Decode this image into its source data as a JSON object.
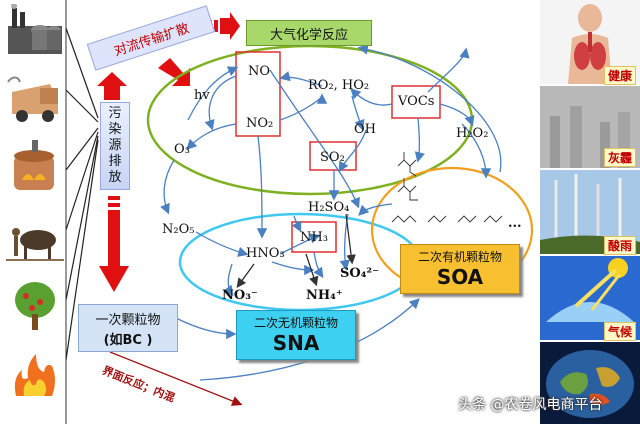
{
  "header": {
    "transport_label": "对流传输扩散",
    "atmospheric_label": "大气化学反应"
  },
  "source_box": {
    "label_chars": [
      "污",
      "染",
      "源",
      "排",
      "放"
    ]
  },
  "species": {
    "no": "NO",
    "no2": "NO₂",
    "hv": "hv",
    "o3": "O₃",
    "ro2_ho2": "RO₂, HO₂",
    "vocs": "VOCs",
    "oh": "OH",
    "h2o2": "H₂O₂",
    "so2": "SO₂",
    "h2so4": "H₂SO₄",
    "n2o5": "N₂O₅",
    "hno3": "HNO₃",
    "nh3": "NH₃",
    "no3_ion": "NO₃⁻",
    "nh4_ion": "NH₄⁺",
    "so4_ion": "SO₄²⁻",
    "ellipsis": "..."
  },
  "boxes": {
    "primary": {
      "line1": "一次颗粒物",
      "line2": "(如BC )"
    },
    "sna": {
      "line1": "二次无机颗粒物",
      "line2": "SNA"
    },
    "soa": {
      "line1": "二次有机颗粒物",
      "line2": "SOA"
    }
  },
  "interface_label": "界面反应；内混",
  "impacts": [
    "健康",
    "灰霾",
    "酸雨",
    "气候"
  ],
  "watermark": "头条 @农卷风电商平台",
  "colors": {
    "red_arrow": "#e01010",
    "green_ellipse": "#7fb020",
    "cyan_ellipse": "#40c8f0",
    "orange_ellipse": "#f0a020",
    "flow_arrow": "#4a7fc0",
    "box_outline": "#e03030"
  }
}
